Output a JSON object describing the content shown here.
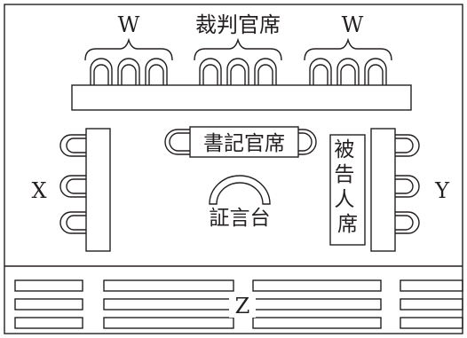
{
  "labels": {
    "judges_seat": "裁判官席",
    "w_left": "W",
    "w_right": "W",
    "clerk_seat": "書記官席",
    "witness_stand": "証言台",
    "defendant_seat": "被告人席",
    "x": "X",
    "y": "Y",
    "z": "Z"
  },
  "colors": {
    "line": "#231f20",
    "background": "#ffffff"
  }
}
